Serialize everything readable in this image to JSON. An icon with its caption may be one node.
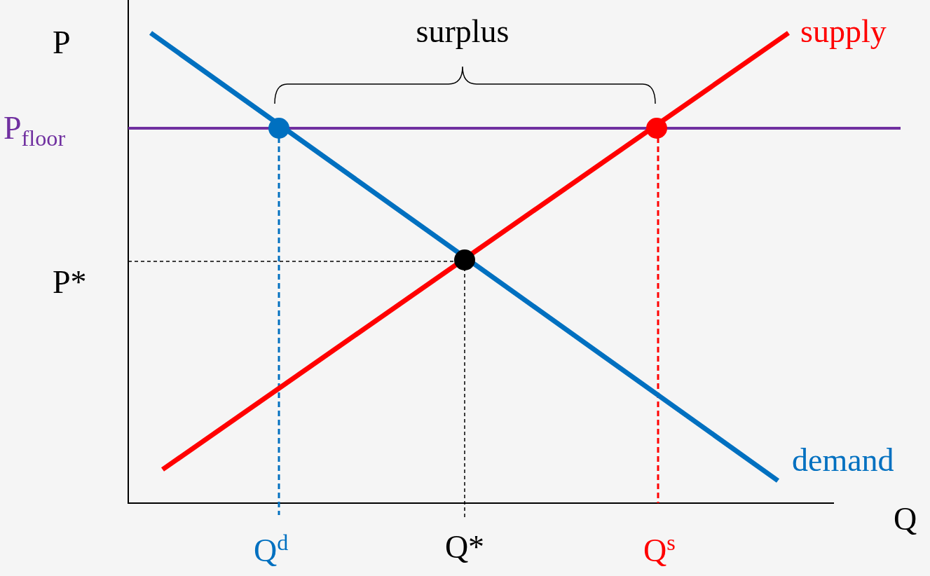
{
  "diagram": {
    "labels": [
      "P",
      "surplus",
      "supply",
      "P$_{floor}$",
      "P*",
      "demand",
      "Q",
      "Q$^{d}$",
      "Q*",
      "Q$^{s}$"
    ]
  }
}
